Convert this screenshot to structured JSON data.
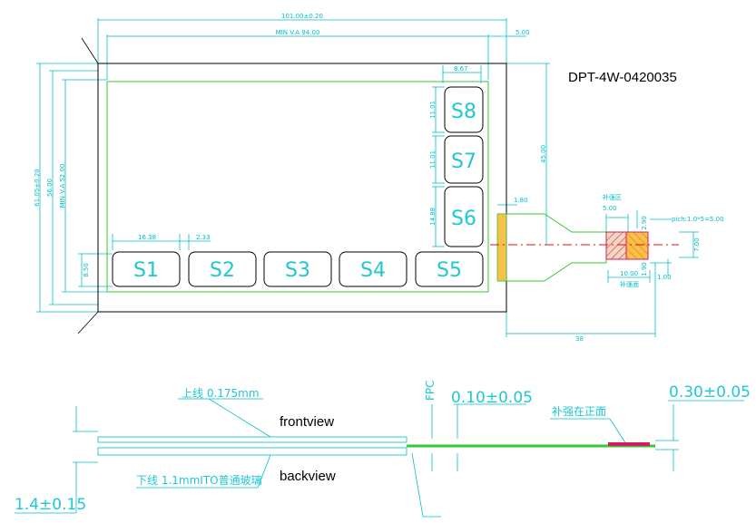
{
  "part_number": "DPT-4W-0420035",
  "dims": {
    "overall_width": "101.00±0.20",
    "va_width": "MIN V.A 94.00",
    "right_margin": "5.00",
    "key_col_width": "8.67",
    "key_s8_h": "11.01",
    "key_s7_h": "11.01",
    "key_s6_h": "14.88",
    "fpc_offset": "45.00",
    "overall_height": "61.05±0.20",
    "height_56": "56.00",
    "va_height": "MIN V.A 52.00",
    "key_w": "16.38",
    "key_gap": "2.33",
    "key_h": "8.50",
    "fpc_gap": "1.80",
    "fpc_len": "38",
    "pitch": "pich:1.0*5=5.00",
    "stiff_w": "5.00",
    "stiff_len": "10.00",
    "fpc_h": "7.00",
    "tail": "1.00",
    "stiff_note": "补强区",
    "stiff_side": "补强面",
    "v_note1": "2.90",
    "v_note2": "1.90"
  },
  "keys": [
    "S1",
    "S2",
    "S3",
    "S4",
    "S5",
    "S6",
    "S7",
    "S8"
  ],
  "side": {
    "top_film": "上线 0.175mm",
    "bottom_glass": "下线 1.1mmITO普通玻璃",
    "frontview": "frontview",
    "backview": "backview",
    "fpc_label": "FPC",
    "fpc_thickness": "0.10±0.05",
    "stiff_thickness": "0.30±0.05",
    "stiff_front": "补强在正面",
    "total_thickness": "1.4±0.15"
  },
  "colors": {
    "dimension": "#00bfc6",
    "outline": "#000000",
    "viewing_area": "#36c936",
    "centerline": "#e01010",
    "stiffener": "#d81b60",
    "hatch": "#f5a623"
  }
}
